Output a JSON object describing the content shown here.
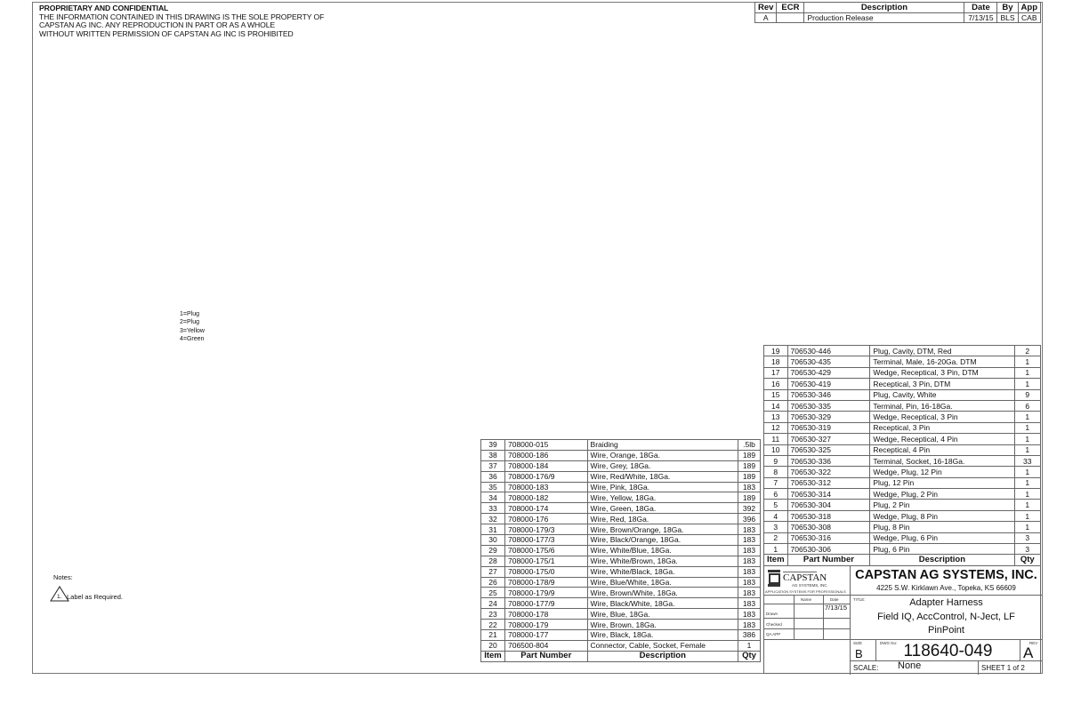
{
  "proprietary": {
    "heading": "PROPRIETARY AND CONFIDENTIAL",
    "lines": [
      "THE INFORMATION CONTAINED IN THIS DRAWING IS THE SOLE PROPERTY OF",
      "CAPSTAN AG INC. ANY REPRODUCTION IN PART OR AS A WHOLE",
      "WITHOUT WRITTEN PERMISSION OF CAPSTAN AG INC IS PROHIBITED"
    ]
  },
  "revision": {
    "headers": [
      "Rev",
      "ECR",
      "Description",
      "Date",
      "By",
      "App"
    ],
    "rows": [
      [
        "A",
        "",
        "Production Release",
        "7/13/15",
        "BLS",
        "CAB"
      ]
    ]
  },
  "legend": [
    "1=Plug",
    "2=Plug",
    "3=Yellow",
    "4=Green"
  ],
  "notes": {
    "title": "Notes:",
    "number": "1.",
    "items": [
      "Label as Required."
    ]
  },
  "bom_headers": [
    "Item",
    "Part Number",
    "Description",
    "Qty"
  ],
  "bom_left": [
    [
      "39",
      "708000-015",
      "Braiding",
      ".5lb"
    ],
    [
      "38",
      "708000-186",
      "Wire, Orange, 18Ga.",
      "189"
    ],
    [
      "37",
      "708000-184",
      "Wire, Grey, 18Ga.",
      "189"
    ],
    [
      "36",
      "708000-176/9",
      "Wire, Red/White, 18Ga.",
      "189"
    ],
    [
      "35",
      "708000-183",
      "Wire, Pink, 18Ga.",
      "183"
    ],
    [
      "34",
      "708000-182",
      "Wire, Yellow, 18Ga.",
      "189"
    ],
    [
      "33",
      "708000-174",
      "Wire, Green, 18Ga.",
      "392"
    ],
    [
      "32",
      "708000-176",
      "Wire, Red, 18Ga.",
      "396"
    ],
    [
      "31",
      "708000-179/3",
      "Wire, Brown/Orange, 18Ga.",
      "183"
    ],
    [
      "30",
      "708000-177/3",
      "Wire, Black/Orange, 18Ga.",
      "183"
    ],
    [
      "29",
      "708000-175/6",
      "Wire, White/Blue, 18Ga.",
      "183"
    ],
    [
      "28",
      "708000-175/1",
      "Wire, White/Brown, 18Ga.",
      "183"
    ],
    [
      "27",
      "708000-175/0",
      "Wire, White/Black, 18Ga.",
      "183"
    ],
    [
      "26",
      "708000-178/9",
      "Wire, Blue/White, 18Ga.",
      "183"
    ],
    [
      "25",
      "708000-179/9",
      "Wire, Brown/White, 18Ga.",
      "183"
    ],
    [
      "24",
      "708000-177/9",
      "Wire, Black/White, 18Ga.",
      "183"
    ],
    [
      "23",
      "708000-178",
      "Wire, Blue, 18Ga.",
      "183"
    ],
    [
      "22",
      "708000-179",
      "Wire, Brown, 18Ga.",
      "183"
    ],
    [
      "21",
      "708000-177",
      "Wire, Black, 18Ga.",
      "386"
    ],
    [
      "20",
      "706500-804",
      "Connector, Cable, Socket, Female",
      "1"
    ]
  ],
  "bom_right": [
    [
      "19",
      "706530-446",
      "Plug, Cavity, DTM, Red",
      "2"
    ],
    [
      "18",
      "706530-435",
      "Terminal, Male, 16-20Ga. DTM",
      "1"
    ],
    [
      "17",
      "706530-429",
      "Wedge, Receptical, 3 Pin, DTM",
      "1"
    ],
    [
      "16",
      "706530-419",
      "Receptical, 3 Pin, DTM",
      "1"
    ],
    [
      "15",
      "706530-346",
      "Plug, Cavity, White",
      "9"
    ],
    [
      "14",
      "706530-335",
      "Terminal, Pin, 16-18Ga.",
      "6"
    ],
    [
      "13",
      "706530-329",
      "Wedge, Receptical, 3 Pin",
      "1"
    ],
    [
      "12",
      "706530-319",
      "Receptical, 3 Pin",
      "1"
    ],
    [
      "11",
      "706530-327",
      "Wedge, Receptical, 4 Pin",
      "1"
    ],
    [
      "10",
      "706530-325",
      "Receptical, 4 Pin",
      "1"
    ],
    [
      "9",
      "706530-336",
      "Terminal, Socket, 16-18Ga.",
      "33"
    ],
    [
      "8",
      "706530-322",
      "Wedge, Plug, 12 Pin",
      "1"
    ],
    [
      "7",
      "706530-312",
      "Plug, 12 Pin",
      "1"
    ],
    [
      "6",
      "706530-314",
      "Wedge, Plug, 2 Pin",
      "1"
    ],
    [
      "5",
      "706530-304",
      "Plug, 2 Pin",
      "1"
    ],
    [
      "4",
      "706530-318",
      "Wedge, Plug, 8 Pin",
      "1"
    ],
    [
      "3",
      "706530-308",
      "Plug, 8 Pin",
      "1"
    ],
    [
      "2",
      "706530-316",
      "Wedge, Plug, 6 Pin",
      "3"
    ],
    [
      "1",
      "706530-306",
      "Plug, 6 Pin",
      "3"
    ]
  ],
  "title_block": {
    "logo_name": "CAPSTAN",
    "logo_sub": "AG SYSTEMS, INC.",
    "logo_tagline": "APPLICATION SYSTEMS FOR PROFESSIONALS",
    "company": "CAPSTAN AG SYSTEMS, INC.",
    "address": "4225 S.W. Kirklawn Ave., Topeka, KS 66609",
    "name_label": "Name",
    "date_label": "Date",
    "drawn_label": "Drawn",
    "drawn_date": "7/13/15",
    "checked_label": "Checked",
    "qa_label": "QA APP",
    "title_label": "TITLE:",
    "title_lines": [
      "Adapter Harness",
      "Field IQ, AccControl, N-Ject, LF",
      "PinPoint"
    ],
    "size_label": "SIZE",
    "size": "B",
    "dwg_label": "DWG No:",
    "dwg_no": "118640-049",
    "rev_label": "REV",
    "rev": "A",
    "scale_label": "SCALE:",
    "scale": "None",
    "sheet": "SHEET 1 of 2"
  }
}
